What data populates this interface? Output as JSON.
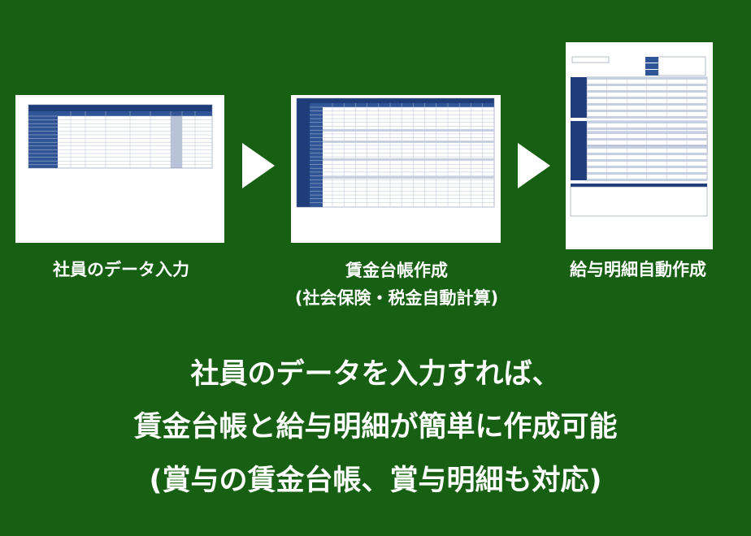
{
  "steps": [
    {
      "caption": "社員のデータ入力"
    },
    {
      "caption": "賃金台帳作成",
      "subcaption": "(社会保険・税金自動計算)"
    },
    {
      "caption": "給与明細自動作成"
    }
  ],
  "headline": {
    "line1": "社員のデータを入力すれば、",
    "line2": "賃金台帳と給与明細が簡単に作成可能",
    "line3": "(賞与の賃金台帳、賞与明細も対応)"
  },
  "colors": {
    "background": "#175f12",
    "sheet_header": "#1f3d7a",
    "sheet_accent": "#2f5597",
    "text": "#ffffff"
  }
}
